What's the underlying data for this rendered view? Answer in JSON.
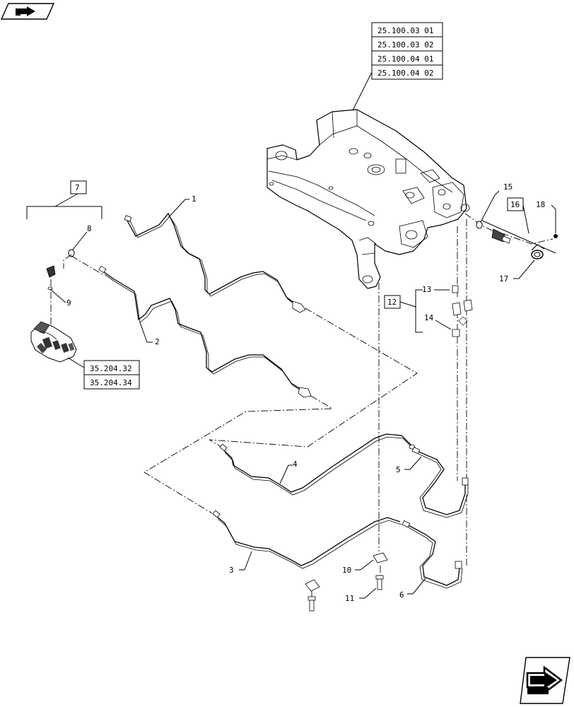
{
  "nav": {
    "prev_icon": "nav-back-arrow-icon",
    "next_icon": "nav-forward-arrow-icon"
  },
  "references": {
    "frame_refs": [
      "25.100.03 01",
      "25.100.03 02",
      "25.100.04 01",
      "25.100.04 02"
    ],
    "valve_refs": [
      "35.204.32",
      "35.204.34"
    ]
  },
  "callouts": {
    "c1": "1",
    "c2": "2",
    "c3": "3",
    "c4": "4",
    "c5": "5",
    "c6": "6",
    "c7": "7",
    "c8": "8",
    "c9": "9",
    "c10": "10",
    "c11": "11",
    "c12": "12",
    "c13": "13",
    "c14": "14",
    "c15": "15",
    "c16": "16",
    "c17": "17",
    "c18": "18"
  },
  "colors": {
    "line": "#000000",
    "background": "#ffffff"
  }
}
